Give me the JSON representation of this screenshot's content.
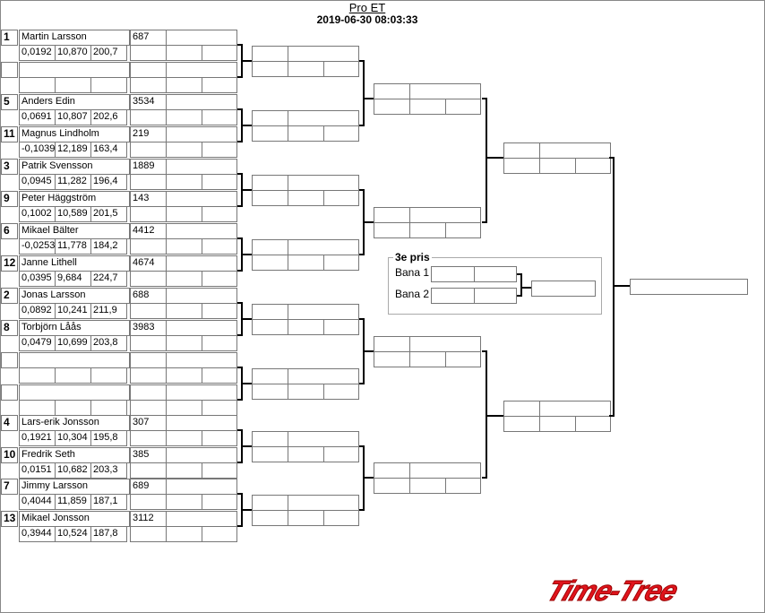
{
  "header": {
    "title": "Pro ET",
    "datetime": "2019-06-30 08:03:33"
  },
  "round1": [
    {
      "seed": "1",
      "name": "Martin Larsson",
      "rt": "0,0192",
      "et": "10,870",
      "speed": "200,7",
      "value": "687"
    },
    {
      "seed": "",
      "name": "",
      "rt": "",
      "et": "",
      "speed": "",
      "value": ""
    },
    {
      "seed": "5",
      "name": "Anders Edin",
      "rt": "0,0691",
      "et": "10,807",
      "speed": "202,6",
      "value": "3534"
    },
    {
      "seed": "11",
      "name": "Magnus Lindholm",
      "rt": "-0,1039",
      "et": "12,189",
      "speed": "163,4",
      "value": "219"
    },
    {
      "seed": "3",
      "name": "Patrik Svensson",
      "rt": "0,0945",
      "et": "11,282",
      "speed": "196,4",
      "value": "1889"
    },
    {
      "seed": "9",
      "name": "Peter Häggström",
      "rt": "0,1002",
      "et": "10,589",
      "speed": "201,5",
      "value": "143"
    },
    {
      "seed": "6",
      "name": "Mikael Bälter",
      "rt": "-0,0253",
      "et": "11,778",
      "speed": "184,2",
      "value": "4412"
    },
    {
      "seed": "12",
      "name": "Janne Lithell",
      "rt": "0,0395",
      "et": "9,684",
      "speed": "224,7",
      "value": "4674"
    },
    {
      "seed": "2",
      "name": "Jonas Larsson",
      "rt": "0,0892",
      "et": "10,241",
      "speed": "211,9",
      "value": "688"
    },
    {
      "seed": "8",
      "name": "Torbjörn Låås",
      "rt": "0,0479",
      "et": "10,699",
      "speed": "203,8",
      "value": "3983"
    },
    {
      "seed": "",
      "name": "",
      "rt": "",
      "et": "",
      "speed": "",
      "value": ""
    },
    {
      "seed": "",
      "name": "",
      "rt": "",
      "et": "",
      "speed": "",
      "value": ""
    },
    {
      "seed": "4",
      "name": "Lars-erik Jonsson",
      "rt": "0,1921",
      "et": "10,304",
      "speed": "195,8",
      "value": "307"
    },
    {
      "seed": "10",
      "name": "Fredrik Seth",
      "rt": "0,0151",
      "et": "10,682",
      "speed": "203,3",
      "value": "385"
    },
    {
      "seed": "7",
      "name": "Jimmy Larsson",
      "rt": "0,4044",
      "et": "11,859",
      "speed": "187,1",
      "value": "689"
    },
    {
      "seed": "13",
      "name": "Mikael Jonsson",
      "rt": "0,3944",
      "et": "10,524",
      "speed": "187,8",
      "value": "3112"
    }
  ],
  "third_place": {
    "title": "3e pris",
    "lane1": "Bana 1",
    "lane2": "Bana 2"
  },
  "logo": "Time-Tree"
}
